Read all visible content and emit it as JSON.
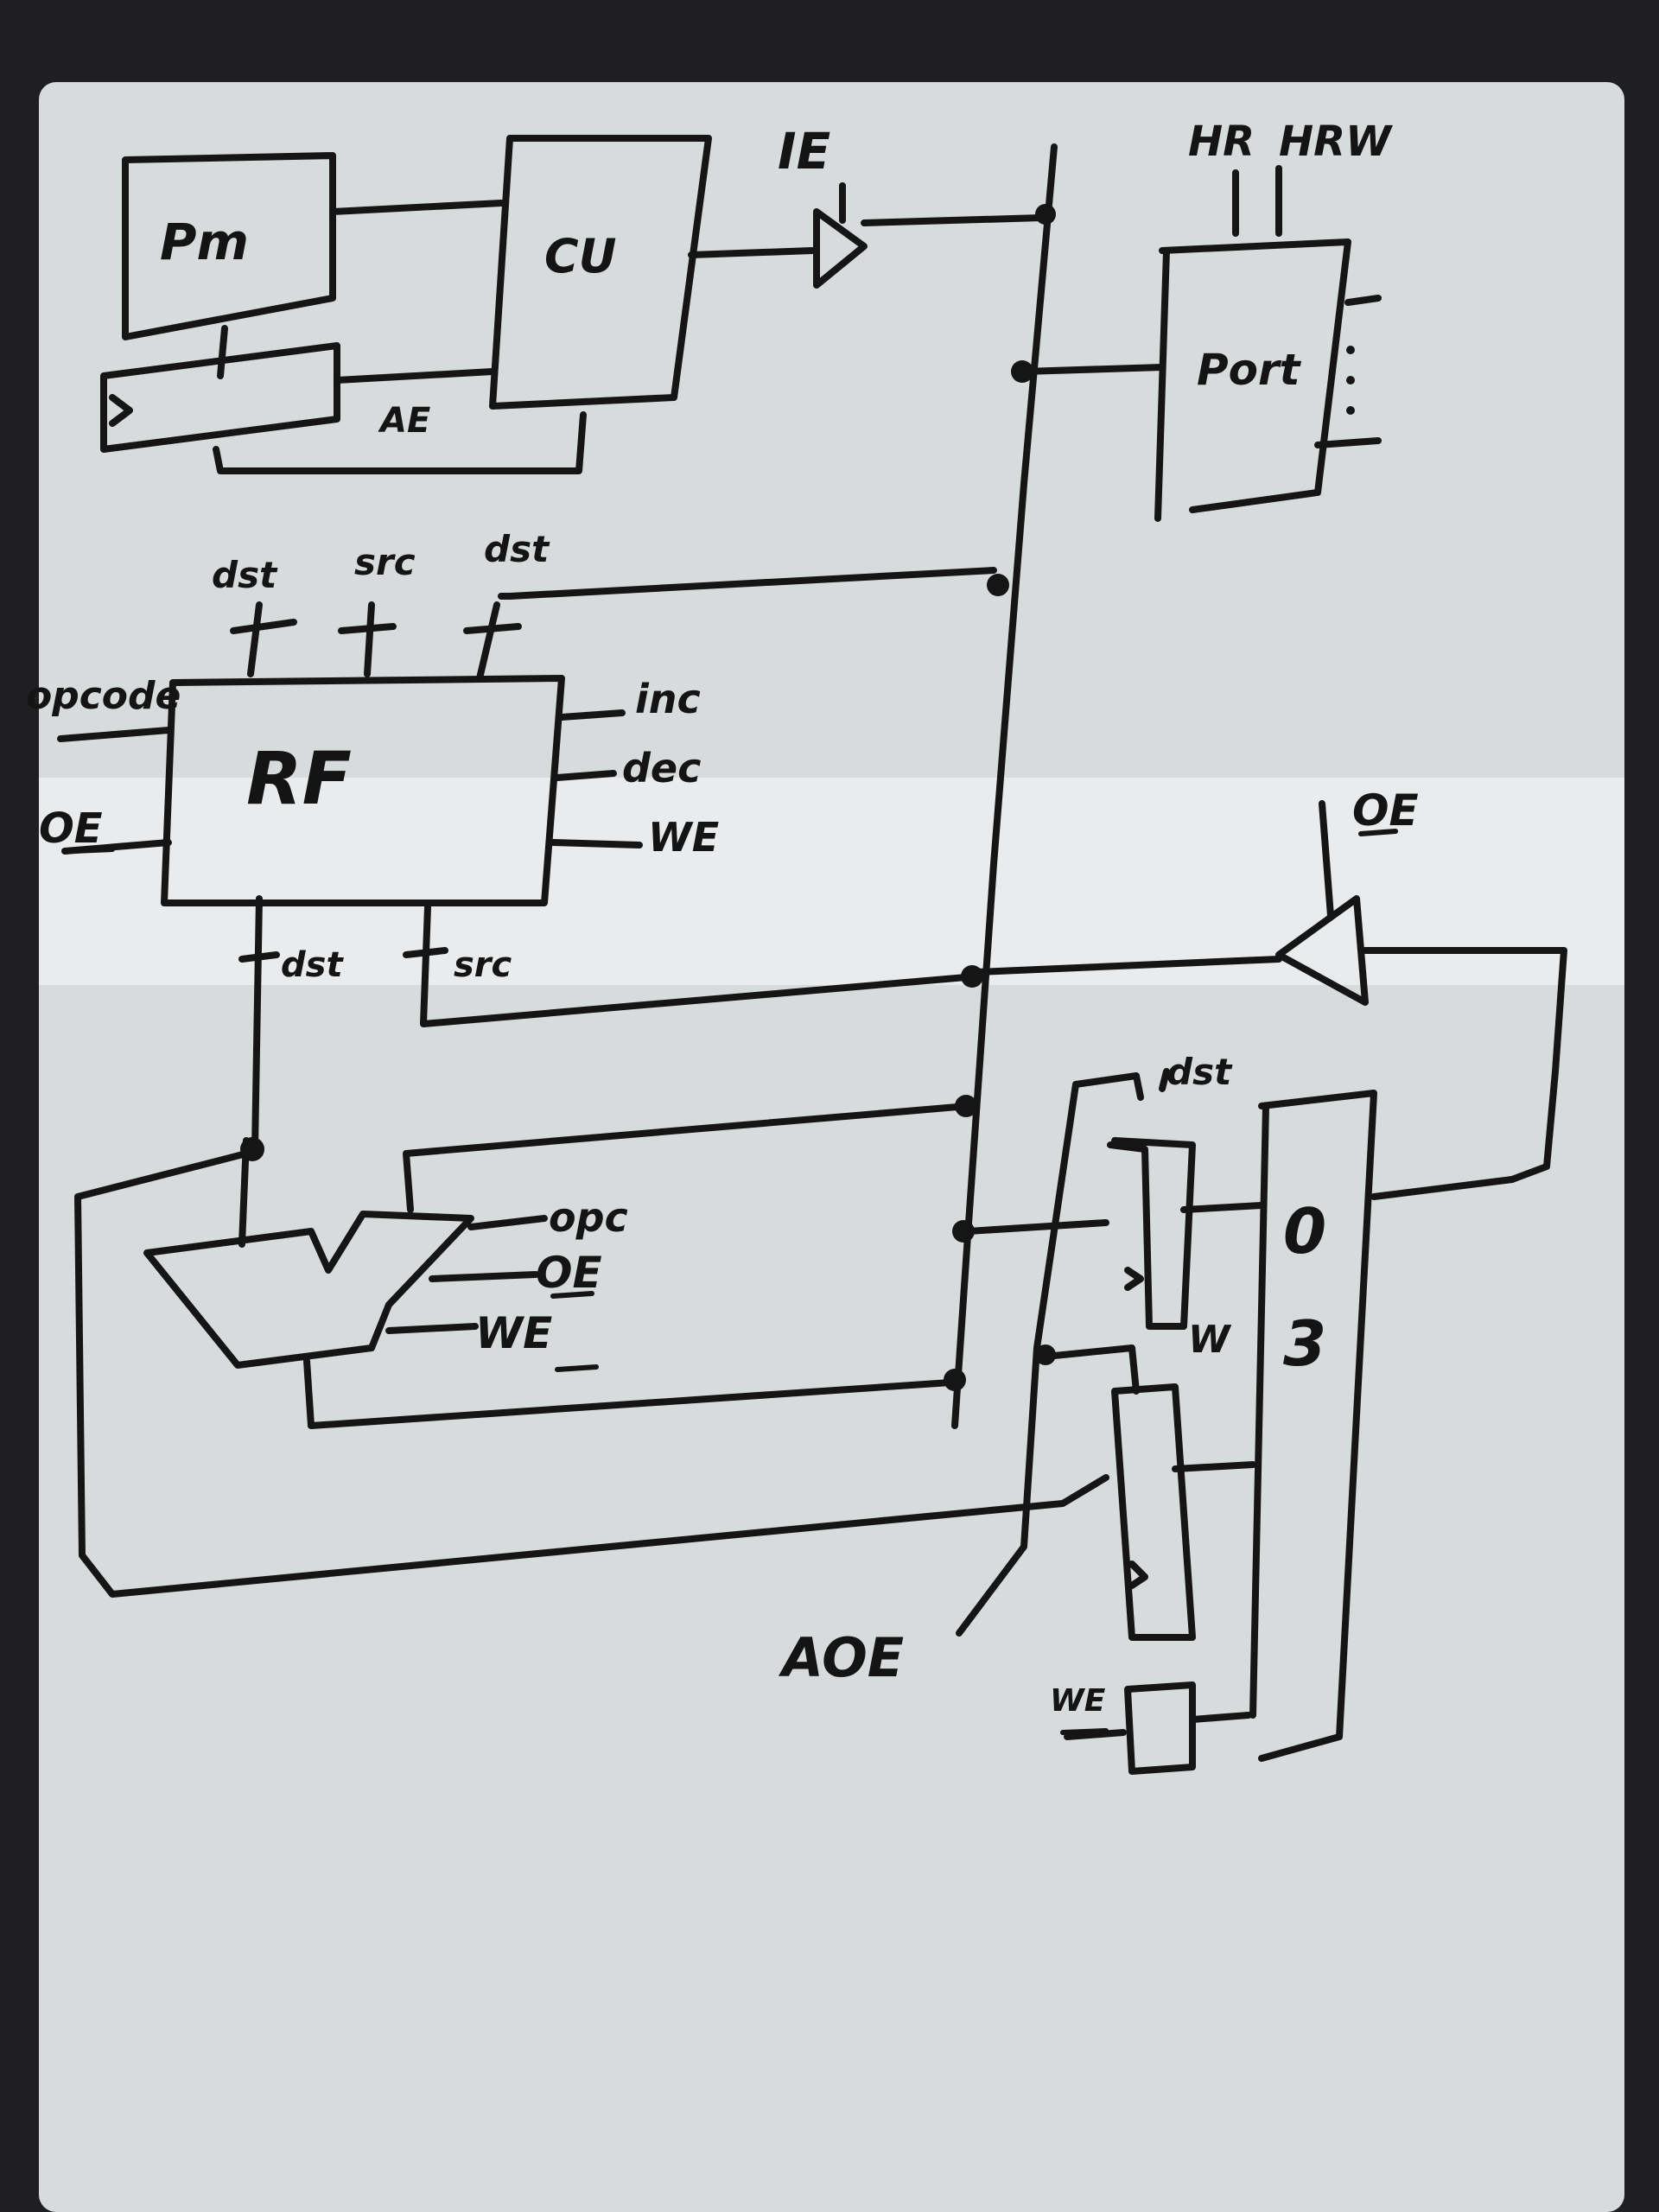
{
  "colors": {
    "ink": "#151515",
    "board": "#d9dcdd",
    "frame": "#1f1f21"
  },
  "blocks": {
    "pm": "Pm",
    "cu": "CU",
    "port": "Port",
    "rf": "RF",
    "mem_digits": [
      "0",
      "3"
    ]
  },
  "signals": {
    "ie": "IE",
    "hr": "HR",
    "hrw": "HRW",
    "ae_top": "AE",
    "rf_dst_left": "dst",
    "rf_src": "src",
    "rf_dst_right": "dst",
    "opcode": "opcode",
    "rf_oe": "OE",
    "inc": "inc",
    "dec": "dec",
    "rf_we": "WE",
    "rf_out_dst": "dst",
    "rf_out_src": "src",
    "tri_oe": "OE",
    "mem_dst": "dst",
    "alu_opc": "opc",
    "alu_oe": "OE",
    "alu_we": "WE",
    "mem_w": "W",
    "aoe": "AOE",
    "reg_we": "WE"
  }
}
